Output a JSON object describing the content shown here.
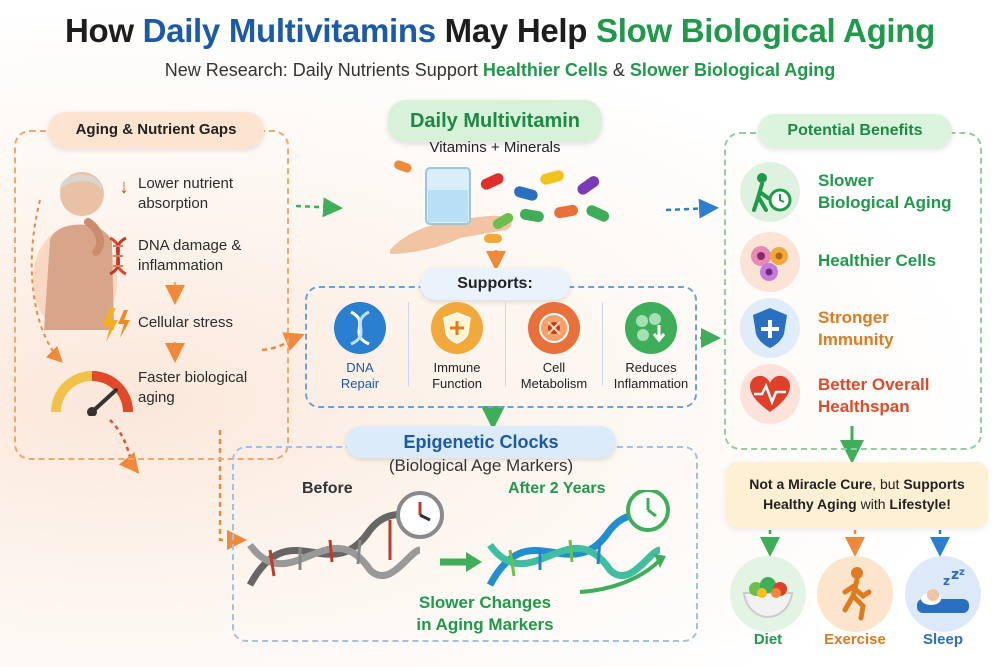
{
  "header": {
    "title_part1": "How ",
    "title_part2": "Daily Multivitamins",
    "title_part3": " May Help ",
    "title_part4": "Slow Biological Aging",
    "subtitle_part1": "New Research: Daily Nutrients Support ",
    "subtitle_part2": "Healthier Cells",
    "subtitle_part3": " & ",
    "subtitle_part4": "Slower Biological Aging"
  },
  "left": {
    "title": "Aging & Nutrient Gaps",
    "items": [
      {
        "line1": "Lower nutrient",
        "line2": "absorption",
        "icon": "down-arrow-icon"
      },
      {
        "line1": "DNA damage &",
        "line2": "inflammation",
        "icon": "dna-icon"
      },
      {
        "line1": "Cellular stress",
        "line2": "",
        "icon": "lightning-icon"
      },
      {
        "line1": "Faster biological",
        "line2": "aging",
        "icon": "gauge-icon"
      }
    ]
  },
  "center": {
    "title": "Daily Multivitamin",
    "subtitle": "Vitamins + Minerals",
    "supports_title": "Supports:",
    "supports": [
      {
        "line1": "DNA",
        "line2": "Repair",
        "icon": "dna-icon",
        "color": "#2a7fd0"
      },
      {
        "line1": "Immune",
        "line2": "Function",
        "icon": "shield-icon",
        "color": "#f2a93b"
      },
      {
        "line1": "Cell",
        "line2": "Metabolism",
        "icon": "cell-icon",
        "color": "#e8703a"
      },
      {
        "line1": "Reduces",
        "line2": "Inflammation",
        "icon": "cells-down-icon",
        "color": "#3fae5a"
      }
    ]
  },
  "epigenetic": {
    "title": "Epigenetic Clocks",
    "subtitle": "(Biological Age Markers)",
    "before": "Before",
    "after": "After 2 Years",
    "caption_line1": "Slower Changes",
    "caption_line2": "in Aging Markers"
  },
  "right": {
    "title": "Potential Benefits",
    "benefits": [
      {
        "line1": "Slower",
        "line2": "Biological Aging",
        "color": "#1f9a4a",
        "icon": "walking-clock-icon"
      },
      {
        "line1": "Healthier Cells",
        "line2": "",
        "color": "#1f9a4a",
        "icon": "cells-icon"
      },
      {
        "line1": "Stronger",
        "line2": "Immunity",
        "color": "#e07a1f",
        "icon": "shield-plus-icon"
      },
      {
        "line1": "Better Overall",
        "line2": "Healthspan",
        "color": "#e04a2a",
        "icon": "heartbeat-icon"
      }
    ],
    "note_part1": "Not a Miracle Cure",
    "note_part2": ", but ",
    "note_part3": "Supports",
    "note_part4": "Healthy Aging",
    "note_part5": " with ",
    "note_part6": "Lifestyle!",
    "lifestyle": [
      {
        "label": "Diet",
        "color": "#1f9a4a",
        "icon": "salad-icon"
      },
      {
        "label": "Exercise",
        "color": "#e07a1f",
        "icon": "runner-icon"
      },
      {
        "label": "Sleep",
        "color": "#2a6fc0",
        "icon": "sleep-icon"
      }
    ]
  }
}
